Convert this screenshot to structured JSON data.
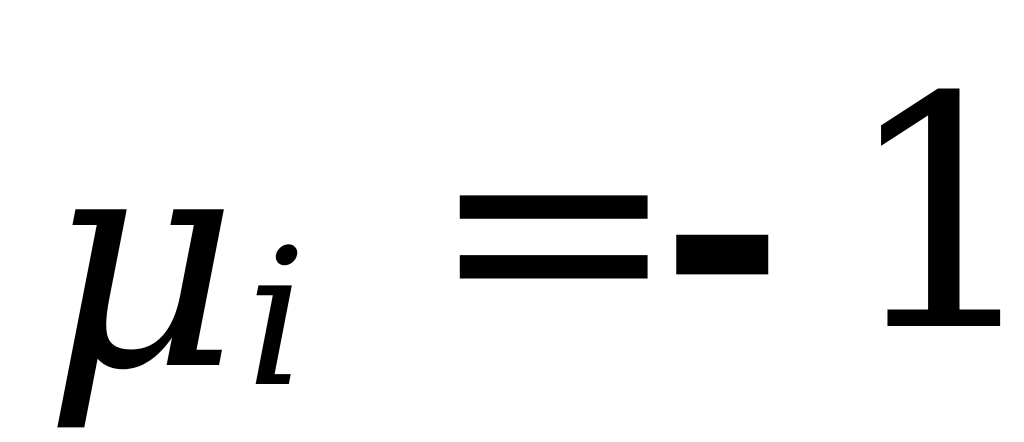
{
  "formula": {
    "variable": "μ",
    "subscript": "i",
    "equals": "=",
    "sign": "-",
    "value": "1"
  }
}
